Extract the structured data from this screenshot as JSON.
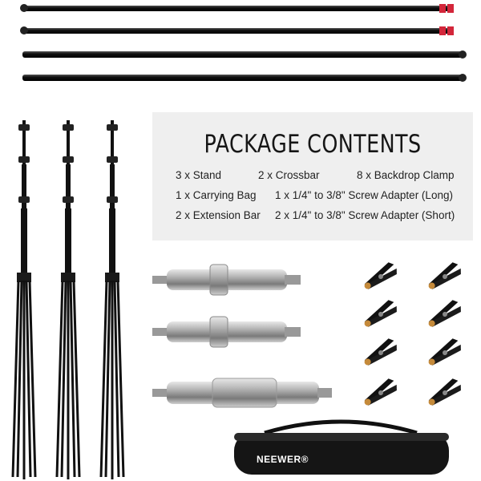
{
  "panel": {
    "title": "PACKAGE CONTENTS",
    "items": [
      "3 x Stand",
      "2 x Crossbar",
      "8 x Backdrop Clamp",
      "1 x Carrying Bag",
      "1 x 1/4\" to 3/8\" Screw Adapter (Long)",
      "2 x Extension Bar",
      "2 x 1/4\" to 3/8\" Screw Adapter (Short)"
    ]
  },
  "bag": {
    "brand": "NEEWER®"
  },
  "colors": {
    "accent_red": "#d3263a",
    "metal": "#1a1a1a",
    "panel_bg": "#efefef"
  }
}
